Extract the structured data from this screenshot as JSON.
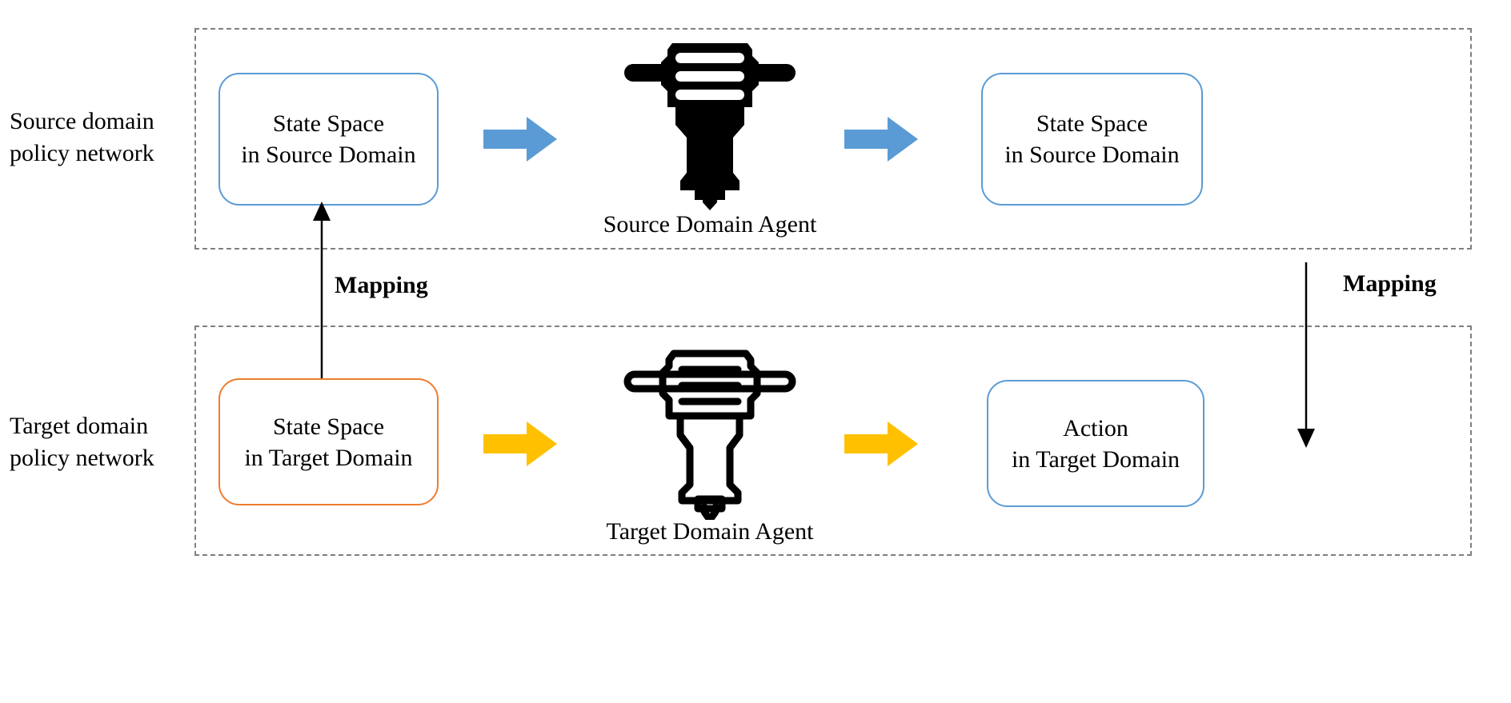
{
  "diagram": {
    "title": "Source/target domain policy network mapping diagram",
    "colors": {
      "panel_border": "#7f7f7f",
      "box_blue": "#5b9bd5",
      "box_orange": "#ed7d31",
      "arrow_blue": "#5b9bd5",
      "arrow_yellow": "#ffc000",
      "text": "#000000",
      "background": "#ffffff"
    }
  },
  "side_labels": {
    "source_network": "Source domain\npolicy network",
    "target_network": "Target domain\npolicy network"
  },
  "source_row": {
    "state_box_left": "State Space\nin Source Domain",
    "state_box_right": "State Space\nin Source Domain",
    "agent_caption": "Source Domain Agent",
    "agent_icon": "jackhammer-filled-icon",
    "arrow_1": "arrow-right-blue-icon",
    "arrow_2": "arrow-right-blue-icon"
  },
  "target_row": {
    "state_box_left": "State Space\nin Target Domain",
    "action_box_right": "Action\nin Target Domain",
    "agent_caption": "Target Domain Agent",
    "agent_icon": "jackhammer-outline-icon",
    "arrow_1": "arrow-right-yellow-icon",
    "arrow_2": "arrow-right-yellow-icon"
  },
  "mappings": {
    "left": {
      "label": "Mapping",
      "direction": "up",
      "from": "State Space in Target Domain",
      "to": "State Space in Source Domain"
    },
    "right": {
      "label": "Mapping",
      "direction": "down",
      "from": "State Space in Source Domain",
      "to": "Action in Target Domain"
    }
  }
}
